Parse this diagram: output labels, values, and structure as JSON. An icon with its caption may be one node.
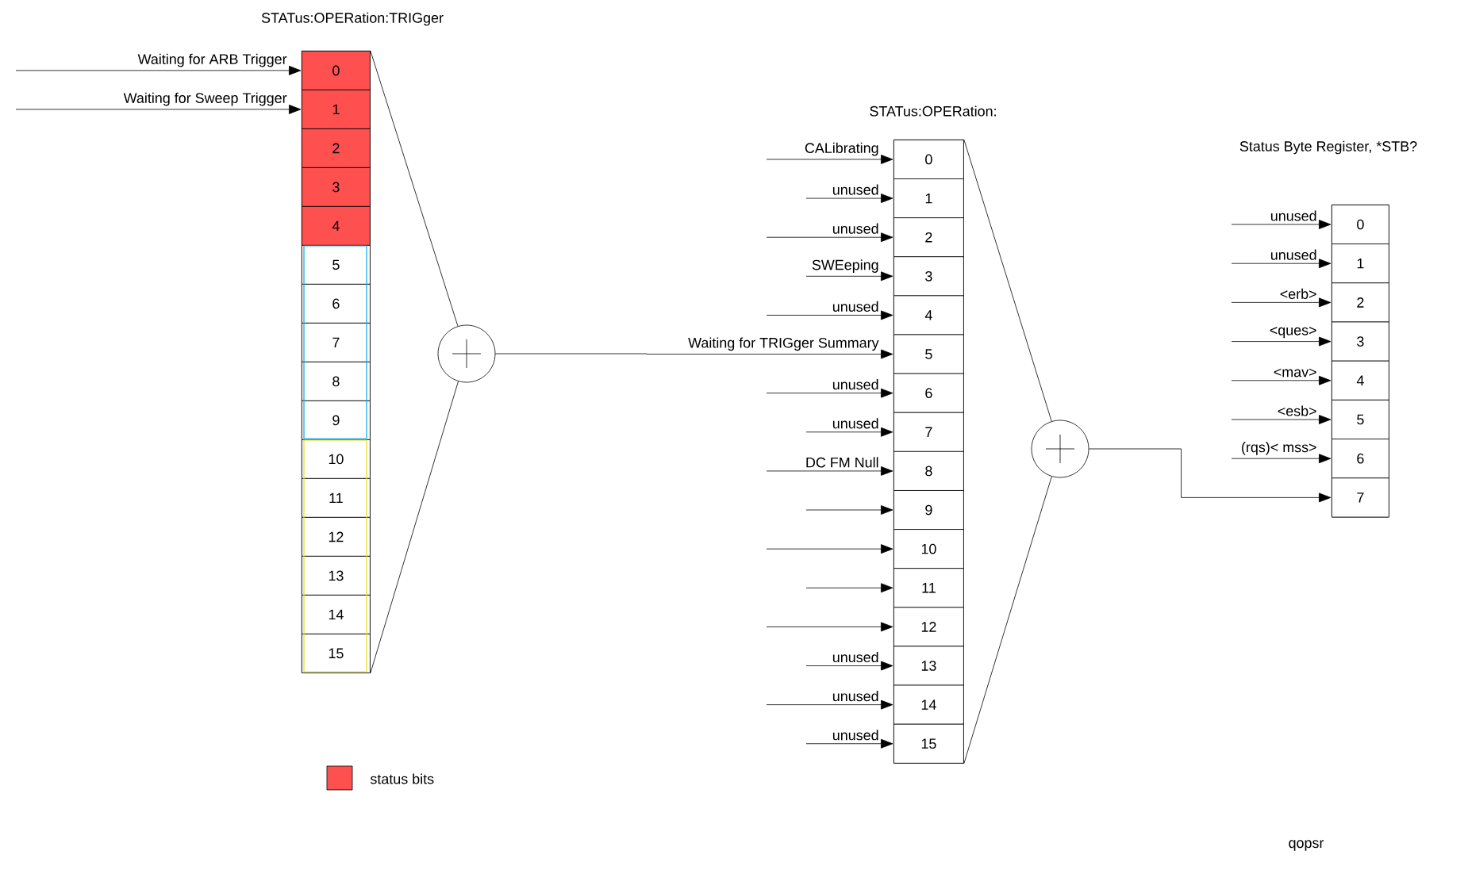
{
  "diagram": {
    "nodes": [
      {
        "text": [
          "STATus:OPERation:TRIGger"
        ]
      },
      {
        "text": [
          "0"
        ],
        "in": 0
      },
      {
        "text": [
          "1"
        ],
        "in": 0
      },
      {
        "text": [
          "2"
        ],
        "in": 0
      },
      {
        "text": [
          "3"
        ],
        "in": 0
      },
      {
        "text": [
          "4"
        ],
        "in": 0
      },
      {
        "text": [
          "5"
        ],
        "in": 0
      },
      {
        "text": [
          "6"
        ],
        "in": 0
      },
      {
        "text": [
          "7"
        ],
        "in": 0
      },
      {
        "text": [
          "8"
        ],
        "in": 0
      },
      {
        "text": [
          "9"
        ],
        "in": 0
      },
      {
        "text": [
          "10"
        ],
        "in": 0
      },
      {
        "text": [
          "11"
        ],
        "in": 0
      },
      {
        "text": [
          "12"
        ],
        "in": 0
      },
      {
        "text": [
          "13"
        ],
        "in": 0
      },
      {
        "text": [
          "14"
        ],
        "in": 0
      },
      {
        "text": [
          "15"
        ],
        "in": 0
      },
      {
        "text": [],
        "shape": "circle"
      },
      {
        "text": [
          "STATus:OPERation:"
        ]
      },
      {
        "text": [
          "0"
        ],
        "in": 18
      },
      {
        "text": [
          "1"
        ],
        "in": 18
      },
      {
        "text": [
          "2"
        ],
        "in": 18
      },
      {
        "text": [
          "3"
        ],
        "in": 18
      },
      {
        "text": [
          "4"
        ],
        "in": 18
      },
      {
        "text": [
          "5"
        ],
        "in": 18
      },
      {
        "text": [
          "6"
        ],
        "in": 18
      },
      {
        "text": [
          "7"
        ],
        "in": 18
      },
      {
        "text": [
          "8"
        ],
        "in": 18
      },
      {
        "text": [
          "9"
        ],
        "in": 18
      },
      {
        "text": [
          "10"
        ],
        "in": 18
      },
      {
        "text": [
          "11"
        ],
        "in": 18
      },
      {
        "text": [
          "12"
        ],
        "in": 18
      },
      {
        "text": [
          "13"
        ],
        "in": 18
      },
      {
        "text": [
          "14"
        ],
        "in": 18
      },
      {
        "text": [
          "15"
        ],
        "in": 18
      },
      {
        "text": [],
        "shape": "circle"
      },
      {
        "text": [
          "Status Byte Register, *STB?"
        ]
      },
      {
        "text": [
          "0"
        ],
        "in": 36
      },
      {
        "text": [
          "1"
        ],
        "in": 36
      },
      {
        "text": [
          "2"
        ],
        "in": 36
      },
      {
        "text": [
          "3"
        ],
        "in": 36
      },
      {
        "text": [
          "4"
        ],
        "in": 36
      },
      {
        "text": [
          "5"
        ],
        "in": 36
      },
      {
        "text": [
          "6"
        ],
        "in": 36
      },
      {
        "text": [
          "7"
        ],
        "in": 36
      }
    ],
    "edges": [
      {
        "from": null,
        "to": 1,
        "arrow": "to",
        "label": "Waiting for ARB Trigger"
      },
      {
        "from": null,
        "to": 2,
        "arrow": "to",
        "label": "Waiting for Sweep Trigger"
      },
      {
        "from": 1,
        "to": 17,
        "arrow": "none"
      },
      {
        "from": 16,
        "to": 17,
        "arrow": "none"
      },
      {
        "from": 17,
        "to": 24,
        "arrow": "to",
        "label": "Waiting for TRIGger Summary"
      },
      {
        "from": null,
        "to": 19,
        "arrow": "to",
        "label": "CALibrating"
      },
      {
        "from": null,
        "to": 20,
        "arrow": "to",
        "label": "unused"
      },
      {
        "from": null,
        "to": 21,
        "arrow": "to",
        "label": "unused"
      },
      {
        "from": null,
        "to": 22,
        "arrow": "to",
        "label": "SWEeping"
      },
      {
        "from": null,
        "to": 23,
        "arrow": "to",
        "label": "unused"
      },
      {
        "from": null,
        "to": 25,
        "arrow": "to",
        "label": "unused"
      },
      {
        "from": null,
        "to": 26,
        "arrow": "to",
        "label": "unused"
      },
      {
        "from": null,
        "to": 27,
        "arrow": "to",
        "label": "DC FM Null"
      },
      {
        "from": null,
        "to": 28,
        "arrow": "to"
      },
      {
        "from": null,
        "to": 29,
        "arrow": "to"
      },
      {
        "from": null,
        "to": 30,
        "arrow": "to"
      },
      {
        "from": null,
        "to": 31,
        "arrow": "to"
      },
      {
        "from": null,
        "to": 32,
        "arrow": "to",
        "label": "unused"
      },
      {
        "from": null,
        "to": 33,
        "arrow": "to",
        "label": "unused"
      },
      {
        "from": null,
        "to": 34,
        "arrow": "to",
        "label": "unused"
      },
      {
        "from": 19,
        "to": 35,
        "arrow": "none"
      },
      {
        "from": 34,
        "to": 35,
        "arrow": "none"
      },
      {
        "from": 35,
        "to": 44,
        "arrow": "to"
      },
      {
        "from": null,
        "to": 37,
        "arrow": "to",
        "label": "unused"
      },
      {
        "from": null,
        "to": 38,
        "arrow": "to",
        "label": "unused"
      },
      {
        "from": null,
        "to": 39,
        "arrow": "to",
        "label": "<erb>"
      },
      {
        "from": null,
        "to": 40,
        "arrow": "to",
        "label": "<ques>"
      },
      {
        "from": null,
        "to": 41,
        "arrow": "to",
        "label": "<mav>"
      },
      {
        "from": null,
        "to": 42,
        "arrow": "to",
        "label": "<esb>"
      },
      {
        "from": null,
        "to": 43,
        "arrow": "to",
        "label": "(rqs)< mss>"
      }
    ],
    "labels": [
      "qopsr"
    ],
    "legend": [
      {
        "text": "status bits",
        "color": "#ff5050"
      }
    ]
  }
}
